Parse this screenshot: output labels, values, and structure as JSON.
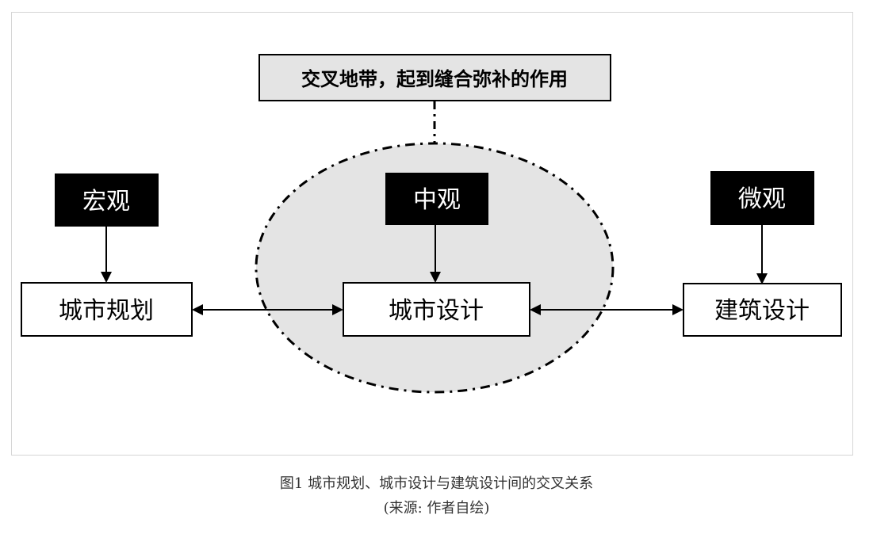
{
  "diagram": {
    "note": "交叉地带，起到缝合弥补的作用",
    "levels": {
      "macro": "宏观",
      "meso": "中观",
      "micro": "微观"
    },
    "boxes": {
      "urban_planning": "城市规划",
      "urban_design": "城市设计",
      "architecture": "建筑设计"
    }
  },
  "caption": {
    "line1": "图1 城市规划、城市设计与建筑设计间的交叉关系",
    "line2": "(来源: 作者自绘)"
  }
}
